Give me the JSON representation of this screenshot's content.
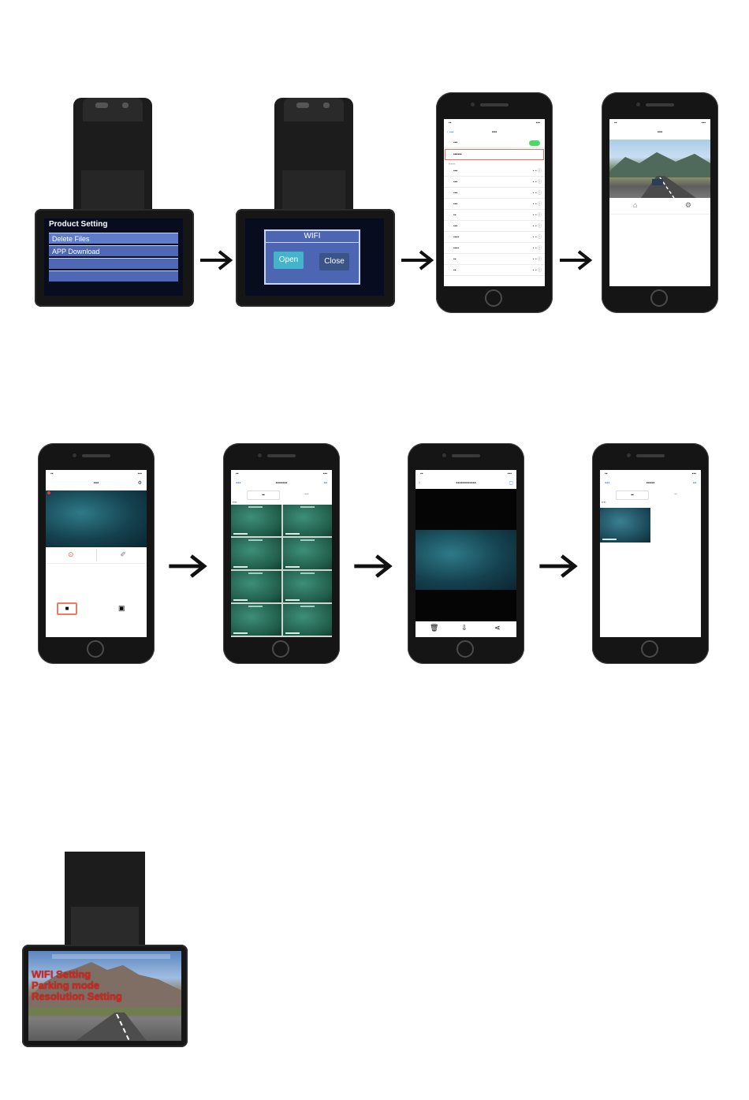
{
  "row1": {
    "cam1": {
      "menu_title": "Product Setting",
      "items": [
        "Delete Files",
        "APP Download"
      ]
    },
    "cam2": {
      "dialog_title": "WIFI",
      "open_label": "Open",
      "close_label": "Close"
    }
  },
  "osd": {
    "line1": "WIFI Setting",
    "line2": "Parking mode",
    "line3": "Resolution Setting"
  },
  "colors": {
    "menu_blue": "#4e68b5",
    "open_btn": "#43b4c9",
    "close_btn": "#3a5388",
    "osd_red": "#d6261f",
    "ios_blue": "#3e8ef2"
  }
}
